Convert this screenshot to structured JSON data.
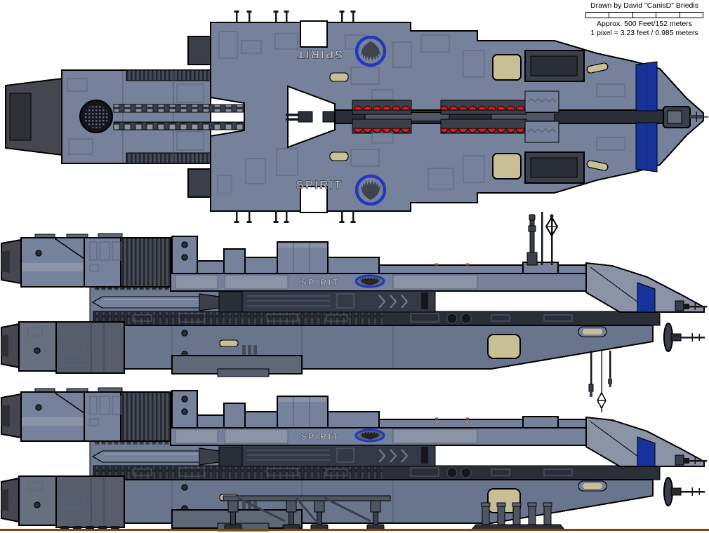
{
  "caption": {
    "credit": "Drawn by David \"CanisD\" Briedis",
    "length": "Approx. 500 Feet/152 meters",
    "pixel_scale": "1 pixel = 3.23 feet / 0.985 meters"
  },
  "ship": {
    "name": "SPIRIT",
    "views": [
      "top-plan-view",
      "side-profile-view",
      "side-profile-view-landing-gear-deployed"
    ],
    "emblem": "blue-ring-phoenix-crest"
  },
  "colors": {
    "hull": "#76829B",
    "hull_light": "#8B94A6",
    "hull_dark": "#5E6876",
    "machinery": "#2A2E36",
    "nozzle": "#46464F",
    "accent_blue": "#16339B",
    "emblem_blue": "#2337BF",
    "marker_red": "#EE1111",
    "window_tan": "#C8BF96",
    "ground_brown": "#7B4A12",
    "background": "#FFFFFF"
  }
}
